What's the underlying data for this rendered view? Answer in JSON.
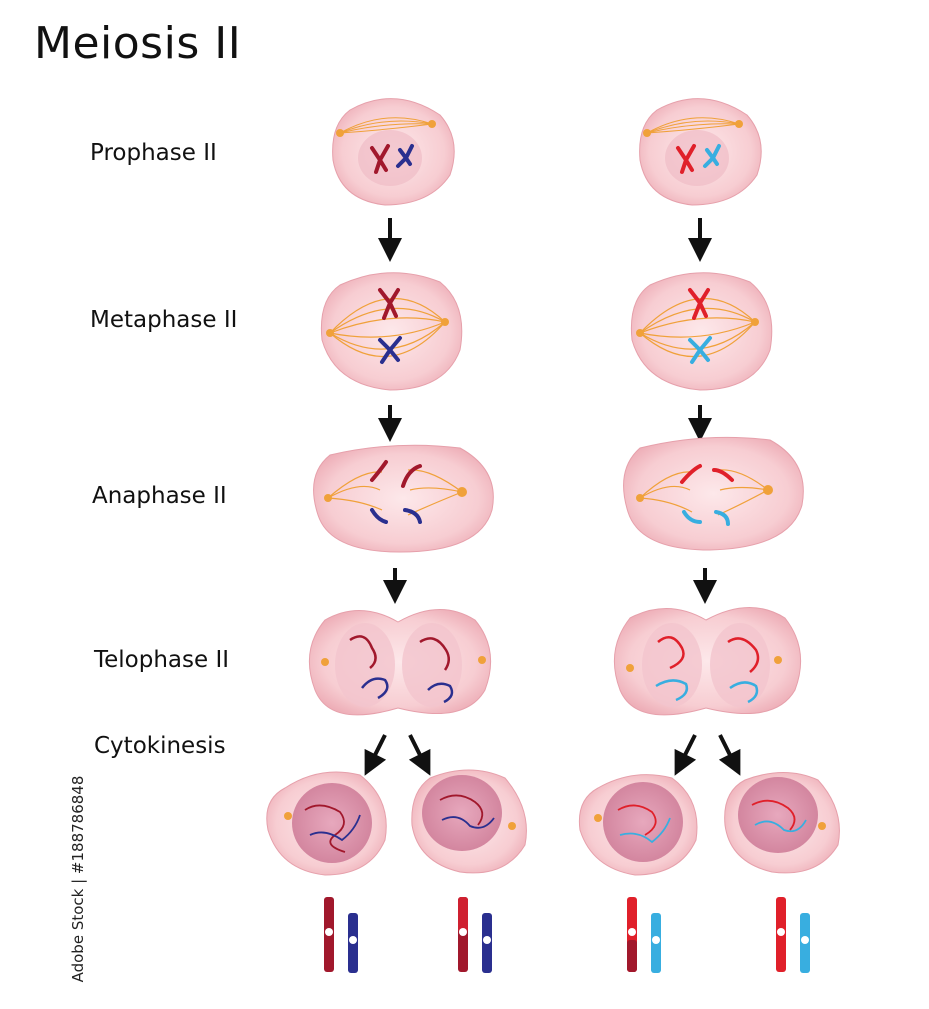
{
  "title": "Meiosis II",
  "stages": {
    "prophase": "Prophase II",
    "metaphase": "Metaphase II",
    "anaphase": "Anaphase II",
    "telophase": "Telophase II",
    "cytokinesis": "Cytokinesis"
  },
  "watermark": "Adobe Stock | #188786848",
  "colors": {
    "cell_fill": "#f5c6cc",
    "cell_inner": "#fbe1e4",
    "nucleus": "#d98da6",
    "spindle": "#f0a13a",
    "dark_red": "#a1182c",
    "red": "#e0202a",
    "dark_blue": "#2a2f8f",
    "light_blue": "#38aee0"
  }
}
